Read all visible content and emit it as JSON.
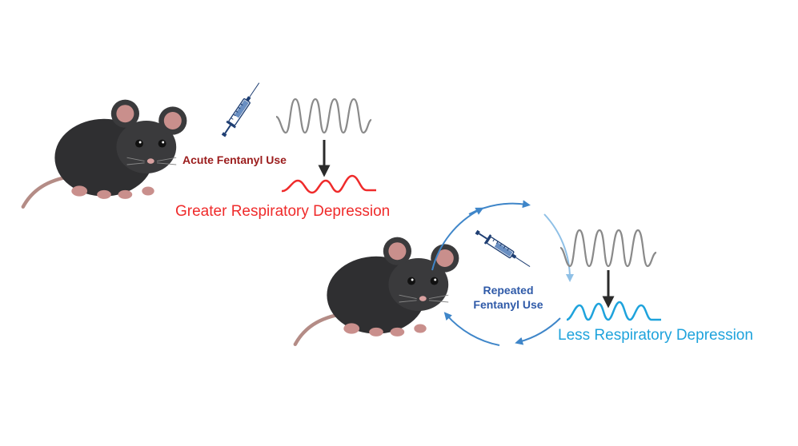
{
  "acute": {
    "label": "Acute Fentanyl Use",
    "label_color": "#9b1c1c",
    "outcome": "Greater Respiratory Depression",
    "outcome_color": "#ef2b2b"
  },
  "repeated": {
    "label": "Repeated Fentanyl Use",
    "label_color": "#2f5aa8",
    "outcome": "Less Respiratory Depression",
    "outcome_color": "#1fa3dc"
  },
  "colors": {
    "baseline_trace": "#8a8a8a",
    "arrow": "#2b2b2b",
    "cycle_arrows": "#3f86c9",
    "mouse_body": "#2f2f31",
    "mouse_ear": "#c98f8c",
    "syringe": "#1f3f73"
  },
  "icons": [
    "mouse-icon",
    "syringe-icon",
    "down-arrow-icon",
    "cycle-arrow-icon"
  ]
}
